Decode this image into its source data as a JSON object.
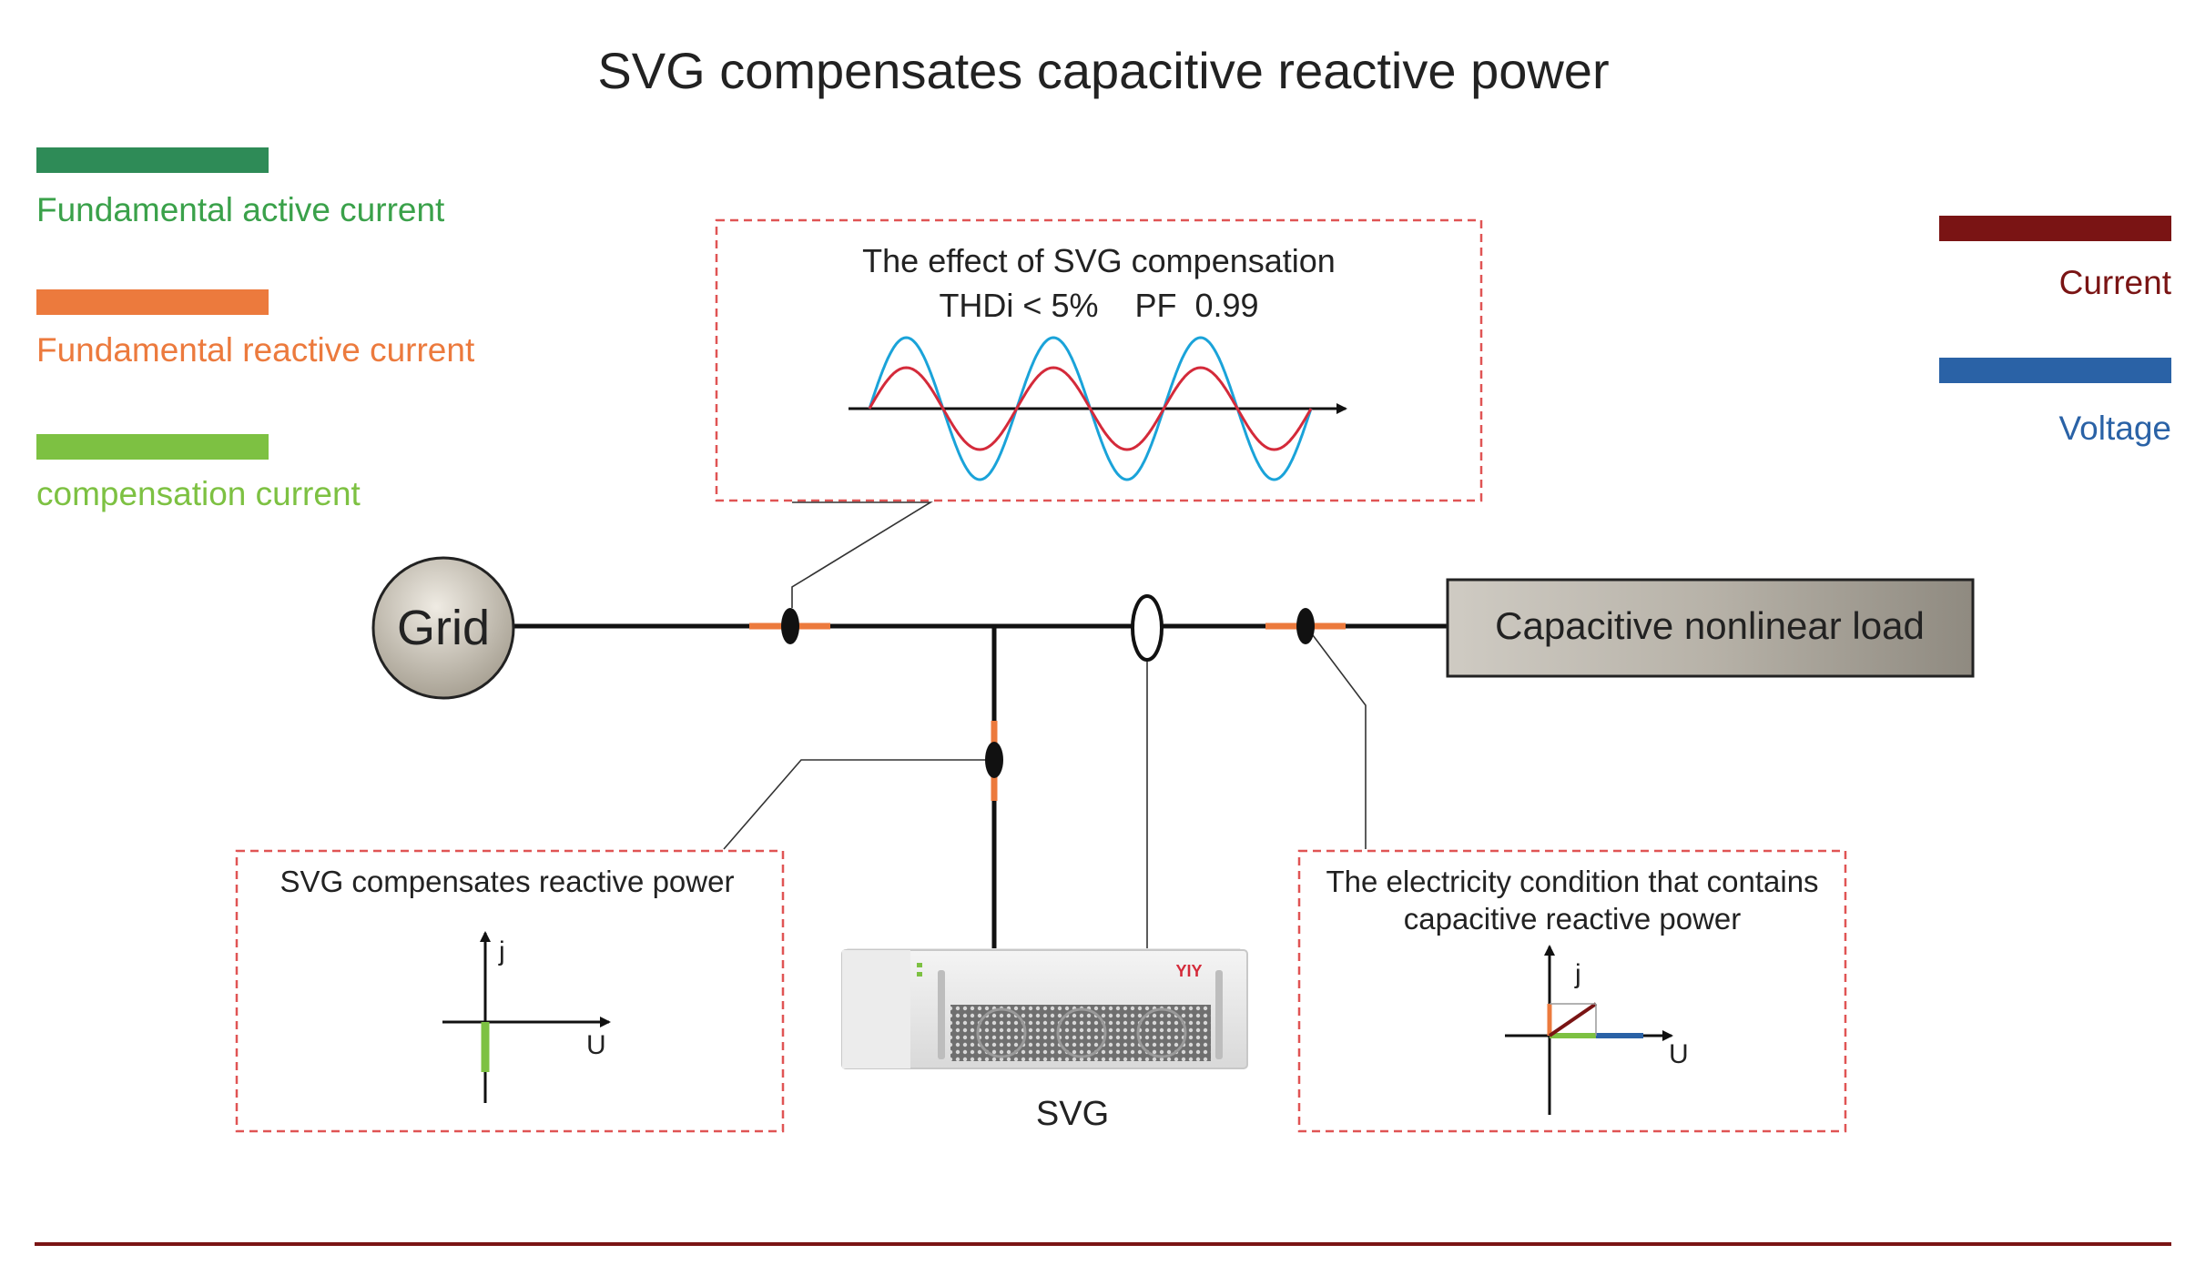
{
  "title": "SVG compensates capacitive reactive power",
  "legend_left": [
    {
      "label": "Fundamental active current",
      "color": "#2e8b57"
    },
    {
      "label": "Fundamental reactive current",
      "color": "#ec7a3d"
    },
    {
      "label": "compensation current",
      "color": "#7dc142"
    }
  ],
  "legend_right": [
    {
      "label": "Current",
      "color": "#7a1414"
    },
    {
      "label": "Voltage",
      "color": "#2a62a6"
    }
  ],
  "grid": {
    "label": "Grid"
  },
  "load": {
    "label": "Capacitive nonlinear load"
  },
  "svg_device": {
    "label": "SVG",
    "brand": "YIY"
  },
  "effect_box": {
    "title": "The effect of SVG compensation",
    "stats": "THDi < 5%    PF  0.99"
  },
  "svg_box": {
    "title": "SVG compensates reactive power",
    "axis_j": "j",
    "axis_u": "U"
  },
  "condition_box": {
    "title_line1": "The electricity condition that contains",
    "title_line2": "capacitive reactive power",
    "axis_j": "j",
    "axis_u": "U"
  },
  "colors": {
    "dash": "#e05454",
    "line": "#111111",
    "orange": "#ec7a3d",
    "wave_current": "#d42a3a",
    "wave_voltage": "#1aa3d9",
    "footer": "#7a1414"
  }
}
